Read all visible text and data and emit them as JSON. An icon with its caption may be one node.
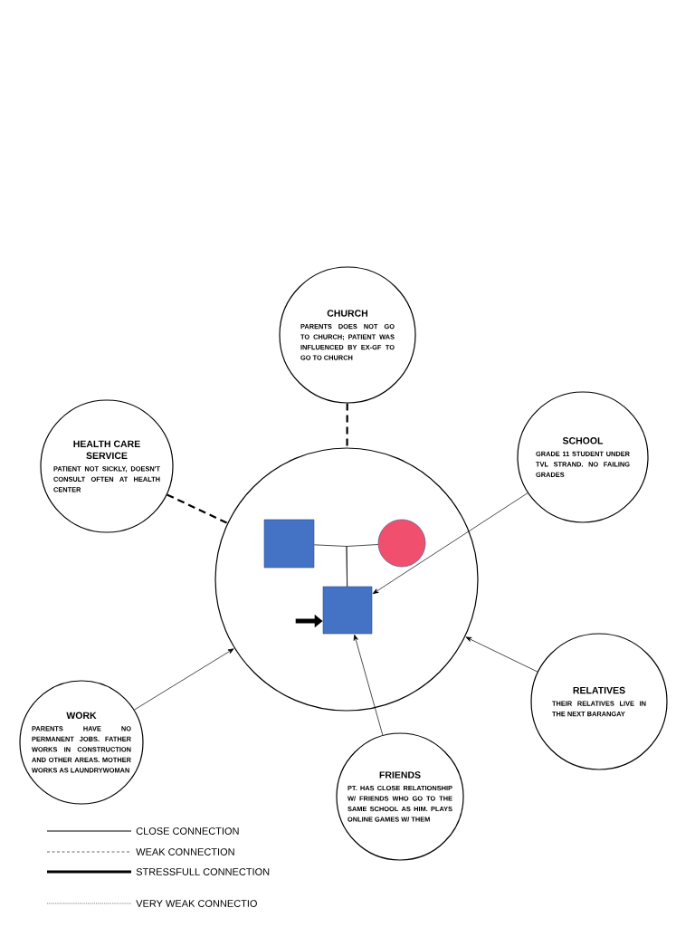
{
  "diagram": {
    "nodes": [
      {
        "text": [],
        "shape": "circle"
      },
      {
        "text": [],
        "shape": "box",
        "in": 0
      },
      {
        "text": [],
        "shape": "circle",
        "in": 0
      },
      {
        "text": [],
        "shape": "box",
        "in": 0
      },
      {
        "text": [
          "CHURCH",
          "PARENTS DOES NOT GO TO CHURCH; PATIENT WAS INFLUENCED BY EX-GF TO GO TO CHURCH"
        ]
      },
      {
        "text": [
          "HEALTH CARE SERVICE",
          "PATIENT NOT SICKLY, DOESN'T CONSULT OFTEN AT HEALTH CENTER"
        ]
      },
      {
        "text": [
          "SCHOOL",
          "GRADE 11 STUDENT UNDER TVL STRAND. NO FAILING GRADES"
        ]
      },
      {
        "text": [
          "WORK",
          "PARENTS HAVE NO PERMANENT JOBS. FATHER WORKS IN CONSTRUCTION AND OTHER AREAS. MOTHER WORKS AS LAUNDRYWOMAN"
        ]
      },
      {
        "text": [
          "RELATIVES",
          "THEIR RELATIVES LIVE IN THE NEXT BARANGAY"
        ]
      },
      {
        "text": [
          "FRIENDS",
          "PT. HAS CLOSE RELATIONSHIP W/ FRIENDS WHO GO TO THE SAME SCHOOL AS HIM. PLAYS ONLINE GAMES W/ THEM"
        ]
      }
    ],
    "edges": [
      {
        "from": 1,
        "to": 3,
        "arrow": "none"
      },
      {
        "from": 2,
        "to": 3,
        "arrow": "none"
      },
      {
        "from": null,
        "to": 3,
        "arrow": "to",
        "style": "thick"
      },
      {
        "from": 4,
        "to": 0,
        "arrow": "none",
        "style": "dashed"
      },
      {
        "from": 5,
        "to": 0,
        "arrow": "none",
        "style": "dashed"
      },
      {
        "from": 6,
        "to": 3,
        "arrow": "to"
      },
      {
        "from": 7,
        "to": 0,
        "arrow": "to"
      },
      {
        "from": 8,
        "to": 0,
        "arrow": "to"
      },
      {
        "from": 9,
        "to": 3,
        "arrow": "to"
      }
    ],
    "legend": [
      {
        "text": "CLOSE CONNECTION"
      },
      {
        "text": "WEAK CONNECTION"
      },
      {
        "text": "STRESSFULL CONNECTION"
      },
      {
        "text": "VERY WEAK CONNECTIO"
      }
    ]
  }
}
